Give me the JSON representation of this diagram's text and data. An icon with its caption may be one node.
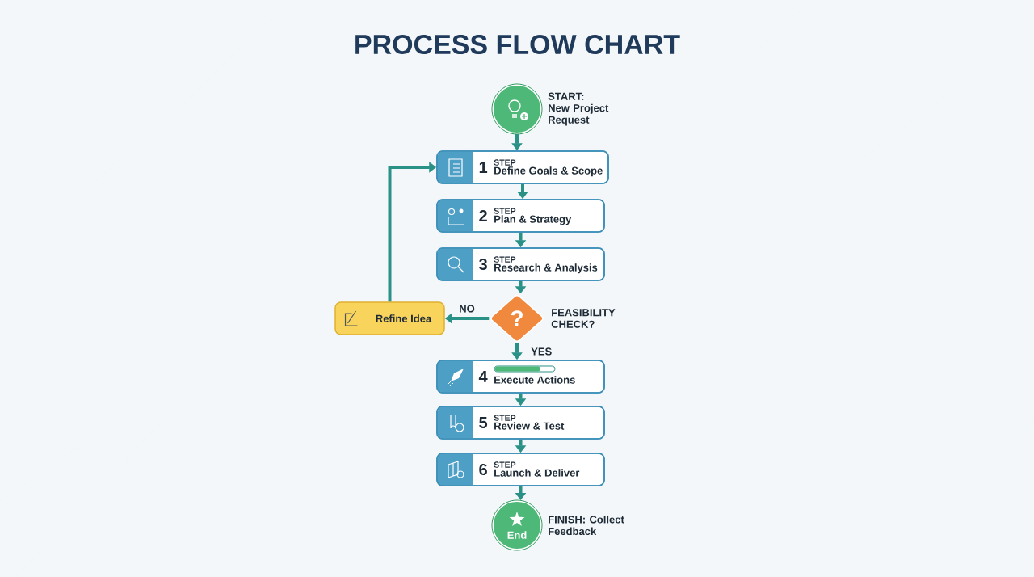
{
  "diagram": {
    "title": "PROCESS FLOW CHART",
    "nodes": [
      {
        "text": [],
        "shape": "circle",
        "beside": [
          "START: New Project Request"
        ]
      },
      {
        "text": [
          "1",
          "STEP",
          "Define Goals & Scope"
        ]
      },
      {
        "text": [
          "2",
          "STEP",
          "Plan & Strategy"
        ]
      },
      {
        "text": [
          "3",
          "STEP",
          "Research & Analysis"
        ]
      },
      {
        "text": [
          "Refine Idea"
        ]
      },
      {
        "text": [
          "?"
        ],
        "beside": [
          "FEASIBILITY CHECK?"
        ]
      },
      {
        "text": [
          "4",
          "Execute Actions"
        ]
      },
      {
        "text": [
          "5",
          "STEP",
          "Review & Test"
        ]
      },
      {
        "text": [
          "6",
          "STEP",
          "Launch & Deliver"
        ]
      },
      {
        "text": [
          "End"
        ],
        "beside": [
          "FINISH: Collect Feedback"
        ]
      }
    ],
    "edges": [
      {
        "from": 0,
        "to": 1,
        "arrow": "to"
      },
      {
        "from": 1,
        "to": 2,
        "arrow": "to"
      },
      {
        "from": 2,
        "to": 3,
        "arrow": "to"
      },
      {
        "from": 3,
        "to": 5,
        "arrow": "to"
      },
      {
        "from": 5,
        "to": 4,
        "arrow": "to",
        "label": "NO"
      },
      {
        "from": 4,
        "to": 1,
        "arrow": "to"
      },
      {
        "from": 5,
        "to": 6,
        "arrow": "to",
        "label": "YES"
      },
      {
        "from": 6,
        "to": 7,
        "arrow": "to"
      },
      {
        "from": 7,
        "to": 8,
        "arrow": "to"
      },
      {
        "from": 8,
        "to": 9,
        "arrow": "to"
      }
    ]
  }
}
